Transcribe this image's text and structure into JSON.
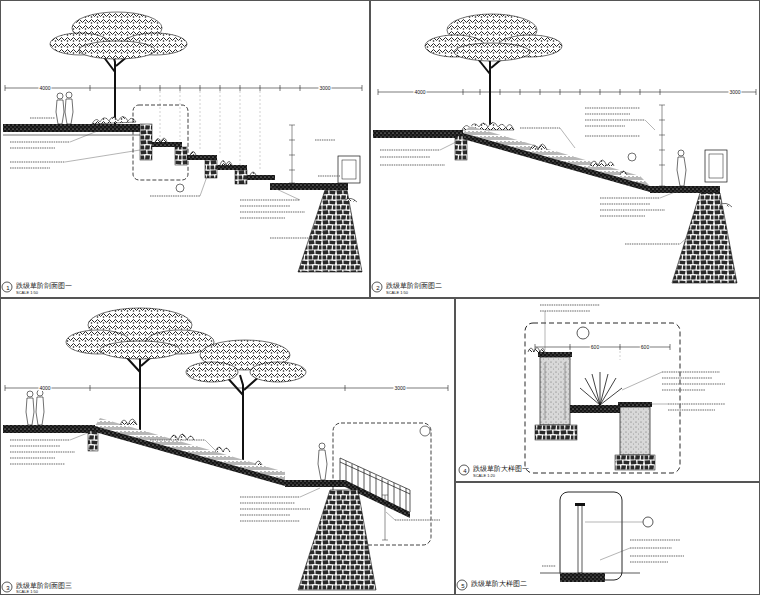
{
  "diagram": {
    "nodes": [
      {
        "text": [
          "1",
          "跌级草阶剖面图一",
          "SCALE 1:50"
        ]
      },
      {
        "text": [
          "2",
          "跌级草阶剖面图二",
          "SCALE 1:50"
        ]
      },
      {
        "text": [
          "3",
          "跌级草阶剖面图三",
          "SCALE 1:50"
        ]
      },
      {
        "text": [
          "4",
          "跌级草阶大样图一",
          "SCALE 1:20"
        ]
      },
      {
        "text": [
          "5",
          "跌级草阶大样图二"
        ]
      }
    ],
    "labels": [
      "4000",
      "3000",
      "4000",
      "3000",
      "4000",
      "3000",
      "600",
      "600"
    ]
  }
}
